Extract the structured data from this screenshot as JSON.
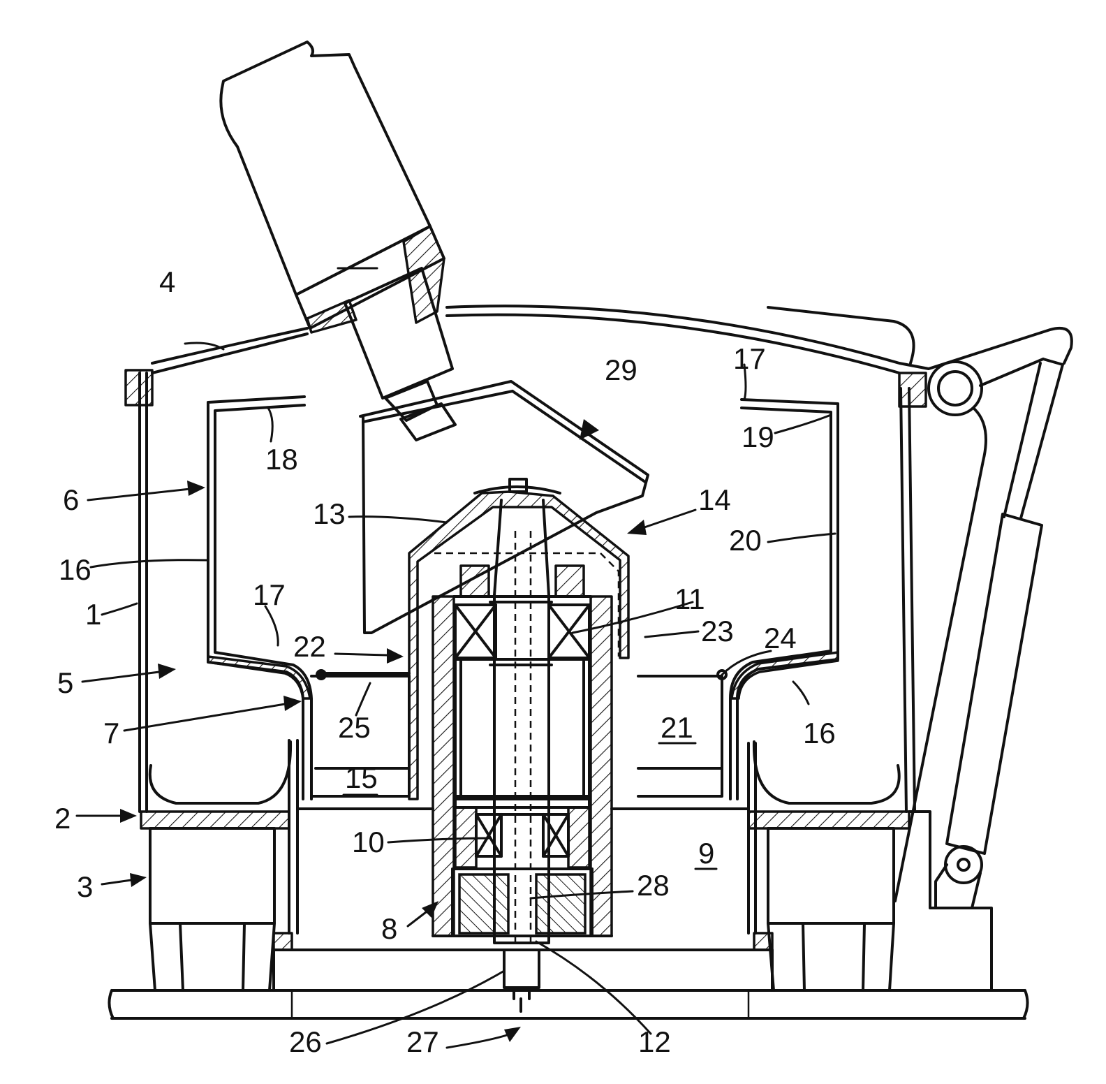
{
  "labels": {
    "n1": "1",
    "n2": "2",
    "n3": "3",
    "n4": "4",
    "n5": "5",
    "n6": "6",
    "n7": "7",
    "n8": "8",
    "n9": "9",
    "n10": "10",
    "n11": "11",
    "n12": "12",
    "n13": "13",
    "n14": "14",
    "n15": "15",
    "n16a": "16",
    "n16b": "16",
    "n17a": "17",
    "n17b": "17",
    "n18": "18",
    "n19": "19",
    "n20": "20",
    "n21": "21",
    "n22": "22",
    "n23": "23",
    "n24": "24",
    "n25": "25",
    "n26": "26",
    "n27": "27",
    "n28": "28",
    "n29": "29"
  }
}
